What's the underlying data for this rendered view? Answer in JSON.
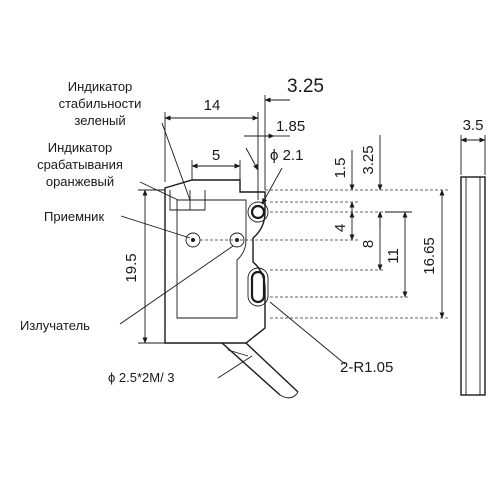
{
  "labels": {
    "stability_indicator": [
      "Индикатор",
      "стабильности",
      "зеленый"
    ],
    "operation_indicator": [
      "Индикатор",
      "срабатывания",
      "оранжевый"
    ],
    "receiver": "Приемник",
    "emitter": "Излучатель",
    "cable": "ϕ 2.5*2M/ 3",
    "radius": "2-R1.05"
  },
  "dimensions": {
    "width_14": "14",
    "offset_5": "5",
    "d_3_25_top": "3.25",
    "d_1_85": "1.85",
    "hole_d_2_1": "ϕ 2.1",
    "height_19_5": "19.5",
    "v_1_5": "1.5",
    "v_3_25": "3.25",
    "v_4": "4",
    "v_8": "8",
    "v_11": "11",
    "v_16_65": "16.65",
    "side_3_5": "3.5"
  }
}
